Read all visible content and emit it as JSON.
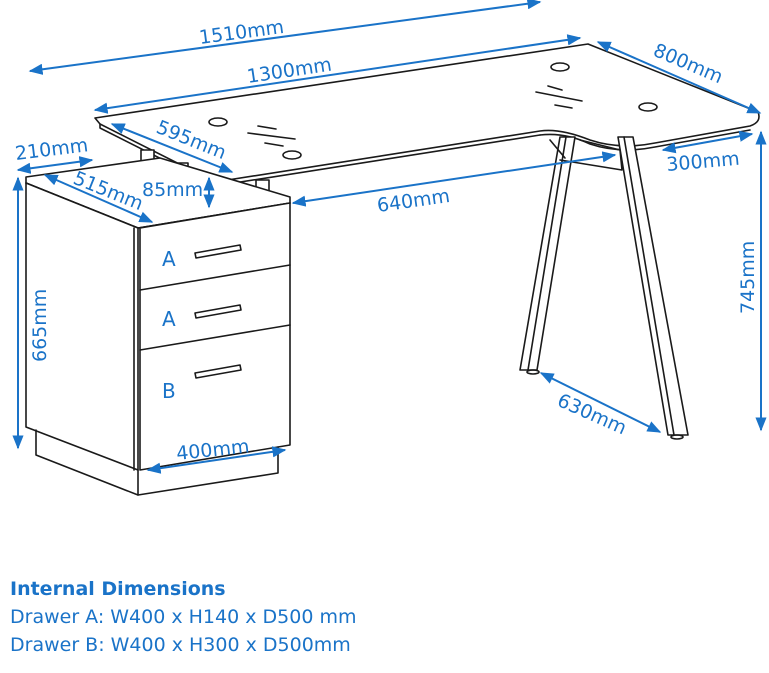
{
  "diagram": {
    "subject": "L-shaped desk with drawer pedestal",
    "dimensions": {
      "overall_width": "1510mm",
      "top_width": "1300mm",
      "return_depth": "800mm",
      "pedestal_shelf_offset": "210mm",
      "top_depth_left": "595mm",
      "pedestal_depth": "515mm",
      "riser_height": "85mm",
      "knee_space_width": "640mm",
      "return_narrow_depth": "300mm",
      "overall_height": "745mm",
      "pedestal_height": "665mm",
      "leg_spread": "630mm",
      "pedestal_width": "400mm"
    },
    "drawers": [
      {
        "label": "A"
      },
      {
        "label": "A"
      },
      {
        "label": "B"
      }
    ],
    "colors": {
      "dimension_blue": "#1a73c8",
      "line_black": "#1a1a1a"
    }
  },
  "notes": {
    "title": "Internal Dimensions",
    "lines": [
      "Drawer A: W400 x H140 x D500 mm",
      "Drawer B: W400 x H300 x D500mm"
    ]
  }
}
